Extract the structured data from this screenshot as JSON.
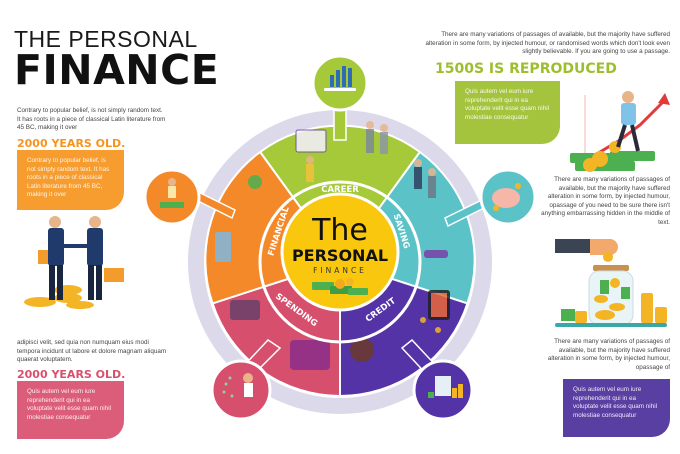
{
  "header": {
    "title_line1": "THE PERSONAL",
    "title_line2": "FINANCE"
  },
  "left_top": {
    "paragraph": "Contrary to popular belief, is not simply random text. It has roots in a piece of classical Latin literature from 45 BC, making it over",
    "heading": "2000 YEARS OLD.",
    "card_text": "Contrary to popular belief, is not simply random text. It has roots in a piece of classical Latin literature from 45 BC, making it over",
    "color": "#F7941D"
  },
  "left_bottom": {
    "paragraph": "adipisci velit, sed quia non numquam eius modi tempora incidunt ut labore et dolore magnam aliquam quaerat voluptatem.",
    "heading": "2000 YEARS OLD.",
    "card_text": "Quis autem vel eum iure reprehenderit qui in ea voluptate velit esse quam nihil molestiae consequatur",
    "color": "#D9506E"
  },
  "right_top": {
    "paragraph": "There are many variations of passages of available, but the majority have suffered alteration in some form, by injected humour, or randomised words which don't look even slightly believable. If you are going to use a passage.",
    "heading": "1500S IS REPRODUCED",
    "card_text": "Quis autem vel eum iure reprehenderit qui in ea voluptate velit esse quam nihil molestiae consequatur",
    "color": "#9DBF2E"
  },
  "right_middle": {
    "paragraph": "There are many variations of passages of available, but the majority have suffered alteration in some form, by injected humour, opassage of you need to be sure there isn't anything embarrassing hidden in the middle of text."
  },
  "right_bottom": {
    "paragraph": "There are many variations of passages of available, but the majority have suffered alteration in some form, by injected humour, opassage of",
    "card_text": "Quis autem vel eum iure reprehenderit qui in ea voluptate velit esse quam nihil molestiae consequatur",
    "color": "#4A2F9A"
  },
  "wheel": {
    "center_the": "The",
    "center_personal": "PERSONAL",
    "center_finance": "FINANCE",
    "center_color": "#F9C80E",
    "ring_color": "#DCD9EA",
    "segments": [
      {
        "label": "CAREER",
        "color": "#A6C93A"
      },
      {
        "label": "SAVING",
        "color": "#5BC2C8"
      },
      {
        "label": "CREDIT",
        "color": "#5433A6"
      },
      {
        "label": "SPENDING",
        "color": "#D64F6D"
      },
      {
        "label": "FINANCIAL",
        "color": "#F4892A"
      }
    ]
  }
}
